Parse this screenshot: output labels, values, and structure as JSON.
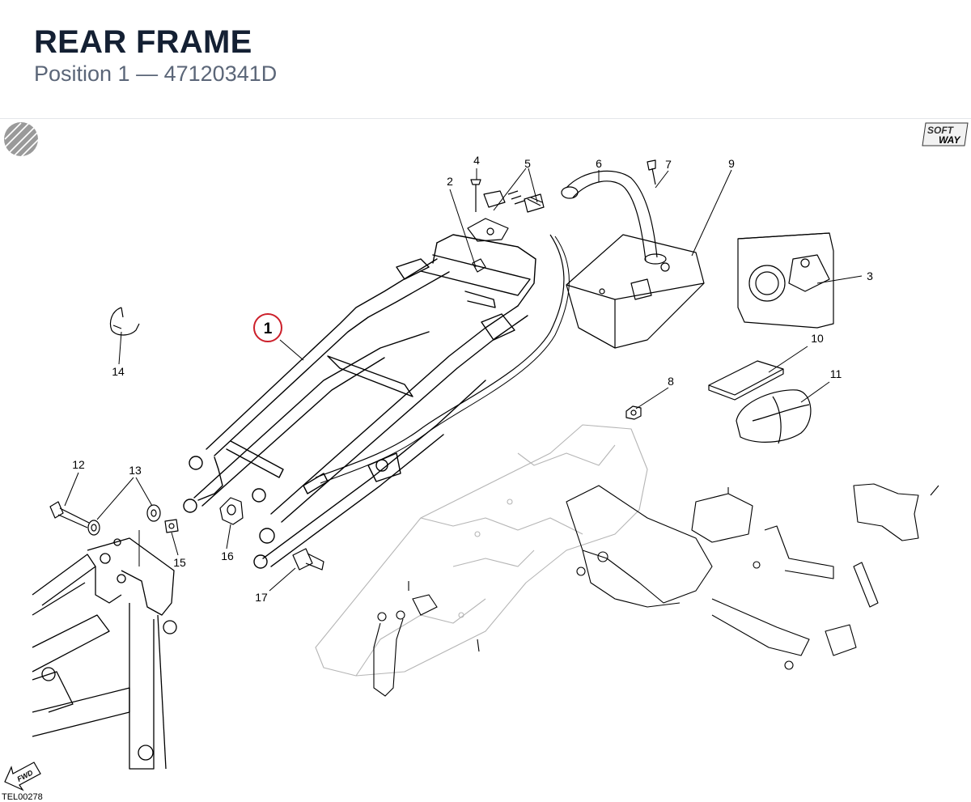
{
  "header": {
    "title": "REAR FRAME",
    "position_label": "Position 1",
    "separator": "—",
    "part_number": "47120341D"
  },
  "diagram": {
    "drawing_code": "TEL00278",
    "brand_mark": {
      "line1": "SOFT",
      "line2": "WAY"
    },
    "fwd_label": "FWD",
    "highlighted_callout": "1",
    "highlight_color": "#cc1f2a",
    "callouts": [
      "2",
      "3",
      "4",
      "5",
      "6",
      "7",
      "8",
      "9",
      "10",
      "11",
      "12",
      "13",
      "14",
      "15",
      "16",
      "17"
    ]
  }
}
